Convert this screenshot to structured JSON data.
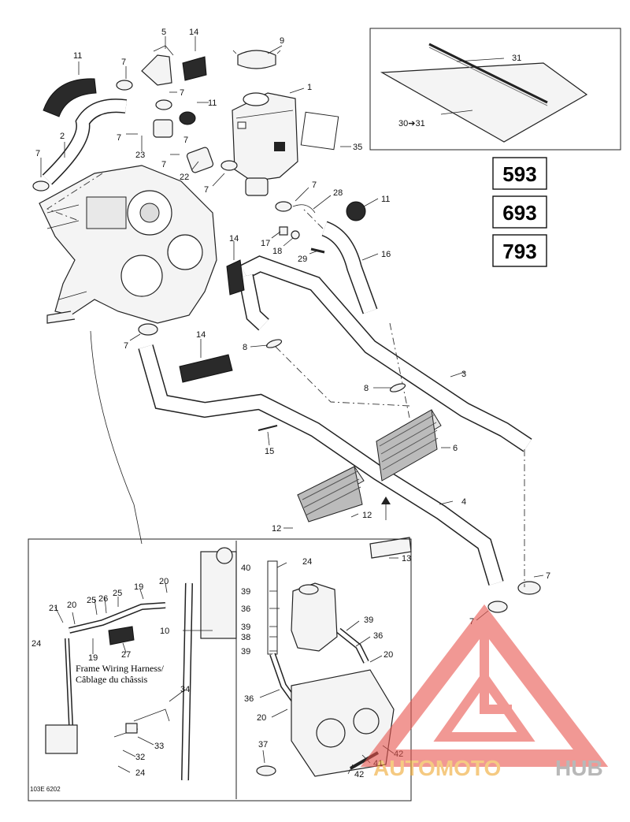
{
  "models": [
    "593",
    "693",
    "793"
  ],
  "callouts": {
    "n1": "1",
    "n2": "2",
    "n3": "3",
    "n4": "4",
    "n5": "5",
    "n6": "6",
    "n7": "7",
    "n8": "8",
    "n9": "9",
    "n10": "10",
    "n11": "11",
    "n12": "12",
    "n13": "13",
    "n14": "14",
    "n15": "15",
    "n16": "16",
    "n17": "17",
    "n18": "18",
    "n19": "19",
    "n20": "20",
    "n21": "21",
    "n22": "22",
    "n23": "23",
    "n24": "24",
    "n25": "25",
    "n26": "26",
    "n27": "27",
    "n28": "28",
    "n29": "29",
    "n31": "31",
    "n30_31": "30➔31",
    "n32": "32",
    "n33": "33",
    "n34": "34",
    "n35": "35",
    "n36": "36",
    "n37": "37",
    "n38": "38",
    "n39": "39",
    "n40": "40",
    "n41": "41",
    "n42": "42"
  },
  "harness_label": {
    "line1": "Frame Wiring Harness/",
    "line2": "Câblage du châssis"
  },
  "figure_code": "103E 6202",
  "watermark": {
    "part1": "AUTOMOTO",
    "part2": "HUB"
  }
}
